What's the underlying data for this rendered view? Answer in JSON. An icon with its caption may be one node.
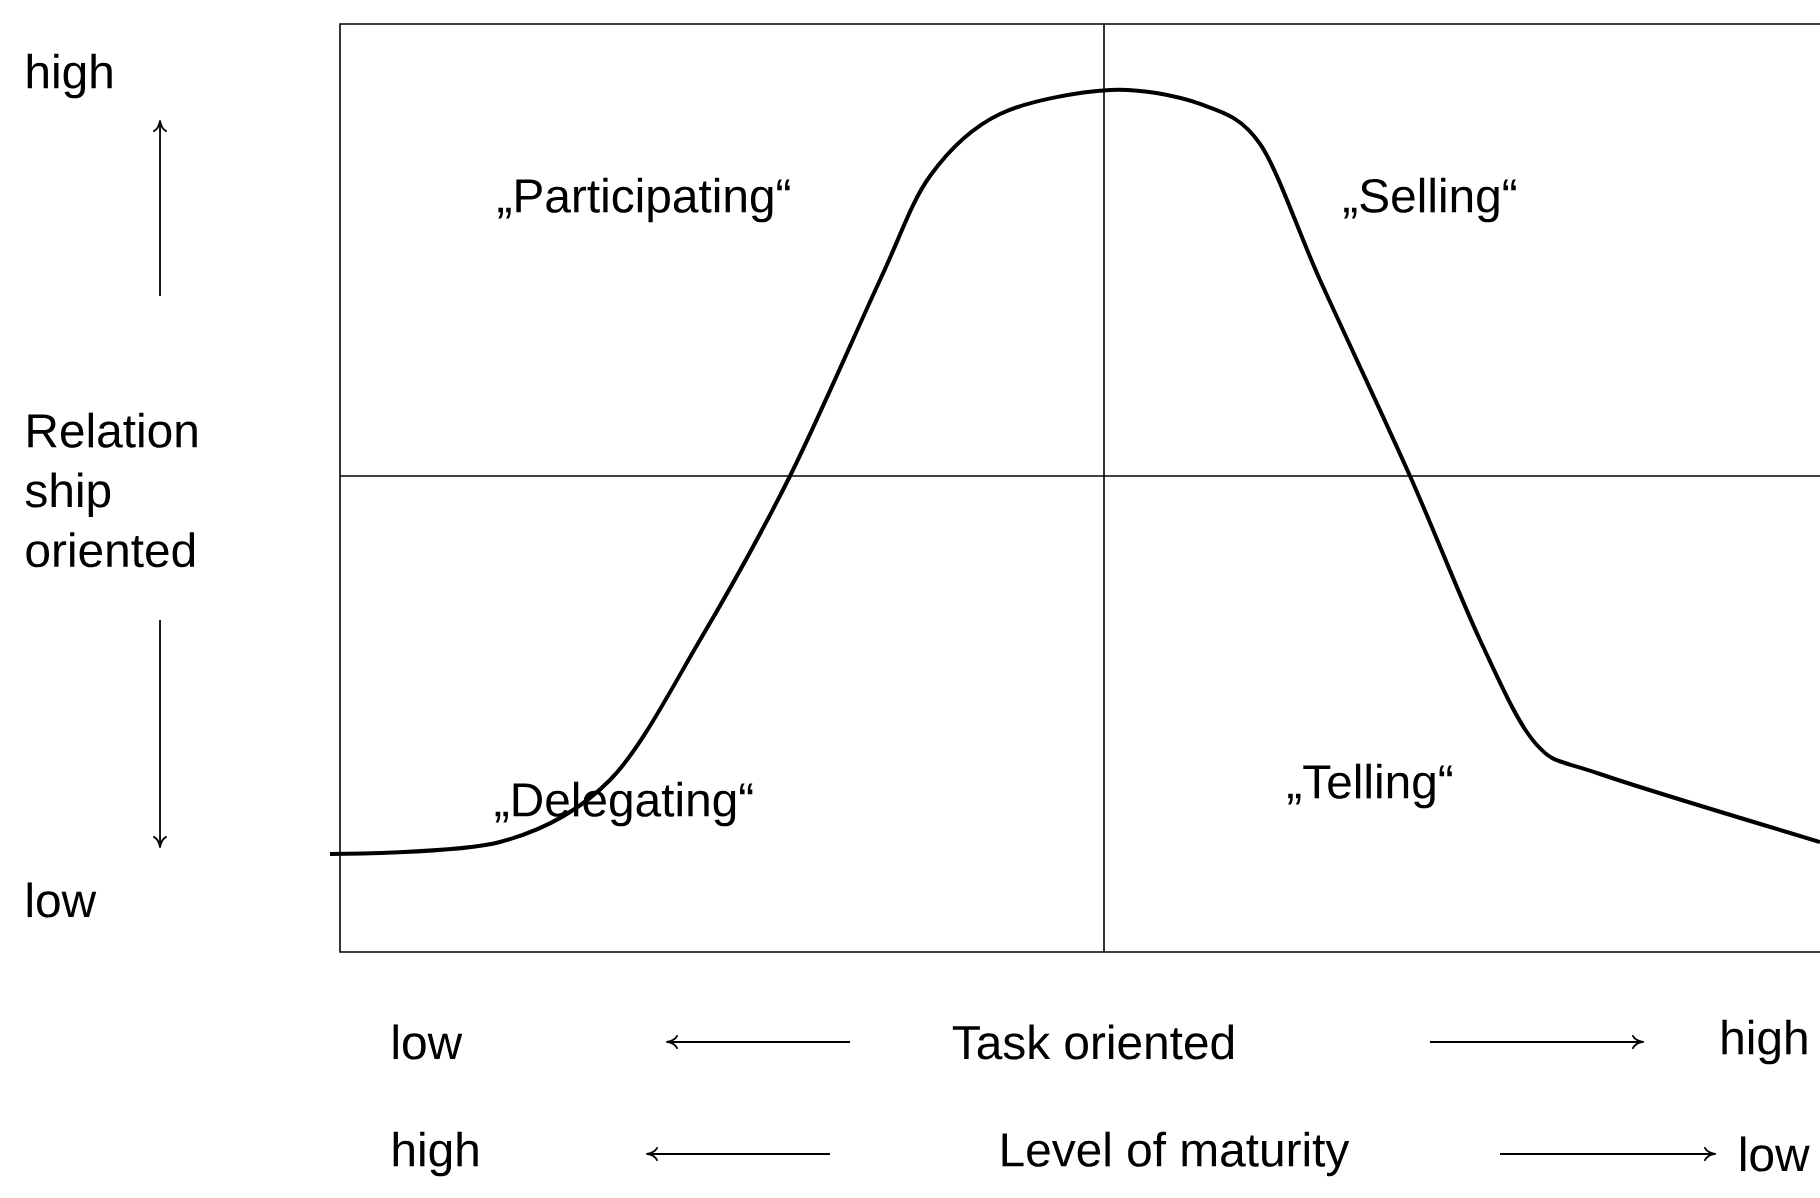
{
  "diagram": {
    "labels": [
      "high",
      "„Participating“",
      "„Selling“",
      "Relation ship oriented",
      "„Delegating“",
      "„Telling“",
      "low",
      "low",
      "Task oriented",
      "high",
      "high",
      "Level of maturity",
      "low"
    ]
  }
}
